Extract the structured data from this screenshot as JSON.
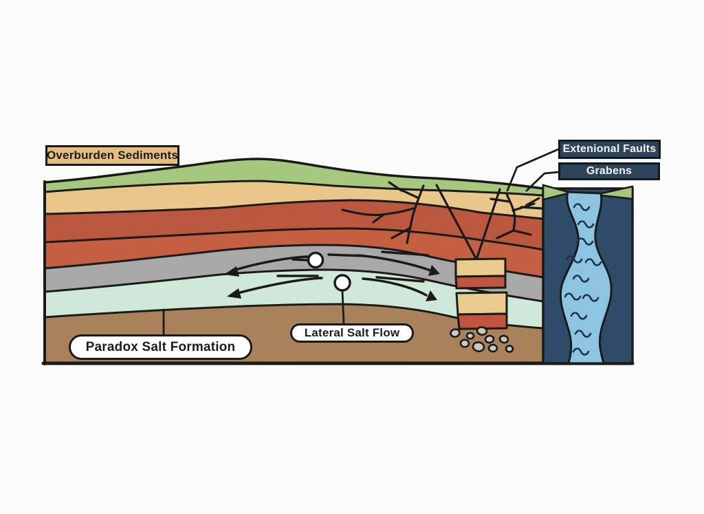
{
  "labels": {
    "overburden": "Overburden Sediments",
    "extensional_faults": "Extenional Faults",
    "grabens": "Grabens",
    "paradox_salt_formation": "Paradox Salt Formation",
    "lateral_salt_flow": "Lateral Salt Flow"
  },
  "colors": {
    "background": "#fbfbfb",
    "surface_green": "#a6c87e",
    "sediment_tan": "#e9c78b",
    "red_bed_upper": "#bb573f",
    "red_bed_lower": "#c45f41",
    "caprock_gray": "#a8a8a8",
    "salt_mint": "#cfe8d9",
    "basement_brown": "#a9815b",
    "canyon_navy": "#2e4b68",
    "river_blue": "#8cc4e2",
    "label_tan": "#e5bd7e",
    "label_navy": "#2d4359",
    "graben_tan": "#eccb8e",
    "graben_red": "#c25540",
    "pebble_gray": "#cbcac2",
    "outline": "#1a1a1a"
  }
}
